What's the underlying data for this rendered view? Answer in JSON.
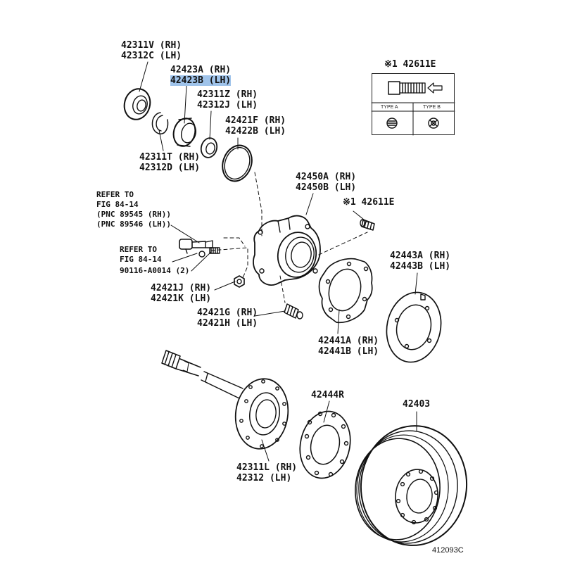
{
  "figure_code": "412093C",
  "inset": {
    "part": "※1 42611E",
    "type_a": "TYPE A",
    "type_b": "TYPE B"
  },
  "callouts": {
    "bearing_outer_seal": [
      "42311V (RH)",
      "42312C (LH)"
    ],
    "bearing": [
      "42423A (RH)",
      "42423B (LH)"
    ],
    "inner_seal": [
      "42311Z (RH)",
      "42312J (LH)"
    ],
    "snap_ring": [
      "42311T (RH)",
      "42312D (LH)"
    ],
    "o_ring": [
      "42421F (RH)",
      "42422B (LH)"
    ],
    "axle_housing_retainer": [
      "42450A (RH)",
      "42450B (LH)"
    ],
    "hub_bolt_ref": "※1 42611E",
    "sensor_refer": [
      "REFER TO",
      "FIG 84-14",
      "(PNC 89545 (RH))",
      "(PNC 89546 (LH))"
    ],
    "bolt_refer": [
      "REFER TO",
      "FIG 84-14"
    ],
    "bolt_part": "90116-A0014 (2)",
    "nut": [
      "42421J (RH)",
      "42421K (LH)"
    ],
    "stud_bolt": [
      "42421G (RH)",
      "42421H (LH)"
    ],
    "gasket": [
      "42441A (RH)",
      "42441B (LH)"
    ],
    "backing_plate": [
      "42443A (RH)",
      "42443B (LH)"
    ],
    "axle_shaft": [
      "42311L (RH)",
      "42312 (LH)"
    ],
    "spacer": "42444R",
    "drum": "42403"
  }
}
